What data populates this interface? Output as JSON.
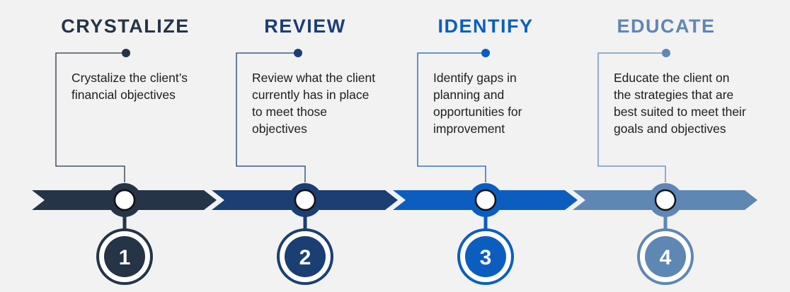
{
  "colors": {
    "background": "#f2f2f2",
    "step1": "#253447",
    "step2": "#1b3f73",
    "step3": "#0b5ec0",
    "step4": "#5e87b4"
  },
  "steps": [
    {
      "title": "CRYSTALIZE",
      "description": "Crystalize the client’s financial objectives",
      "number": "1",
      "color": "#253447"
    },
    {
      "title": "REVIEW",
      "description": "Review what the client currently has in place to meet those objectives",
      "number": "2",
      "color": "#1b3f73"
    },
    {
      "title": "IDENTIFY",
      "description": "Identify gaps in planning and opportunities for improvement",
      "number": "3",
      "color": "#0b5ec0"
    },
    {
      "title": "EDUCATE",
      "description": "Educate the client on the strategies that are best suited to meet their goals and objectives",
      "number": "4",
      "color": "#5e87b4"
    }
  ]
}
